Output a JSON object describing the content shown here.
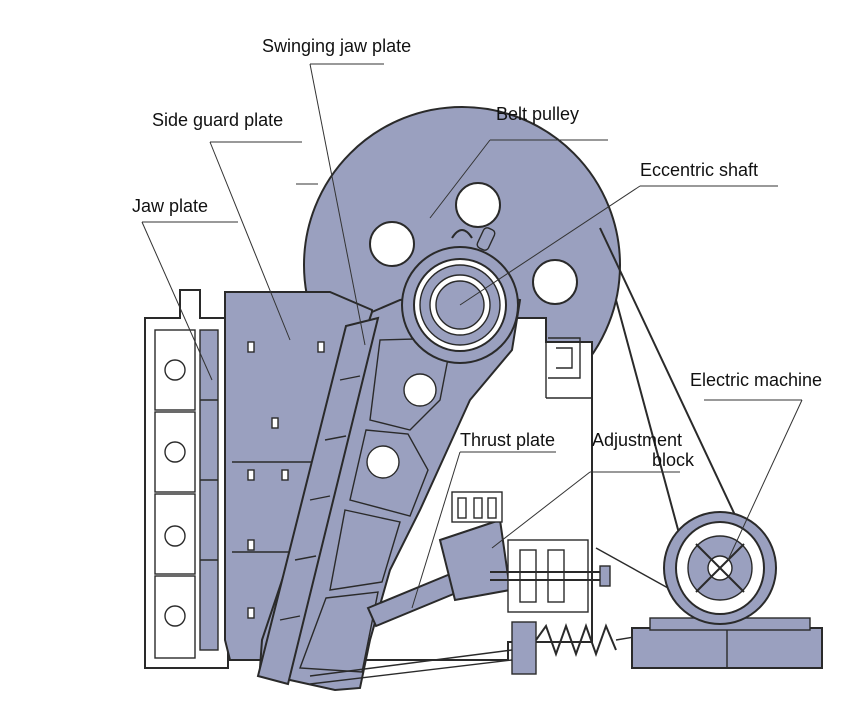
{
  "labels": {
    "swinging_jaw_plate": "Swinging jaw plate",
    "side_guard_plate": "Side guard plate",
    "belt_pulley": "Belt pulley",
    "eccentric_shaft": "Eccentric shaft",
    "jaw_plate": "Jaw plate",
    "electric_machine": "Electric machine",
    "thrust_plate": "Thrust plate",
    "adjustment_block_line1": "Adjustment",
    "adjustment_block_line2": "block"
  },
  "colors": {
    "machine_fill": "#9aa0bf",
    "machine_dark": "#7e86aa",
    "frame_fill": "#ffffff",
    "outline": "#2a2a2a",
    "label_text": "#111111"
  }
}
